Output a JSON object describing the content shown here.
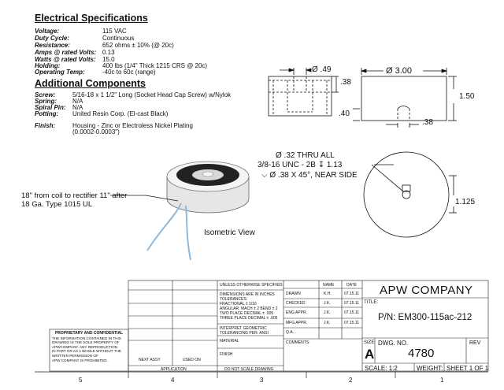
{
  "specs": {
    "heading": "Electrical Specifications",
    "rows": [
      {
        "key": "Voltage:",
        "value": "115 VAC"
      },
      {
        "key": "Duty Cycle:",
        "value": "Continuous"
      },
      {
        "key": "Resistance:",
        "value": "652 ohms ± 10% (@ 20c)"
      },
      {
        "key": "Amps @ rated Volts:",
        "value": "0.13"
      },
      {
        "key": "Watts @ rated Volts:",
        "value": "15.0"
      },
      {
        "key": "Holding:",
        "value": "400 lbs (1/4\" Thick 1215 CRS @ 20c)"
      },
      {
        "key": "Operating Temp:",
        "value": "-40c to 60c (range)"
      }
    ]
  },
  "components": {
    "heading": "Additional Components",
    "rows": [
      {
        "key": "Screw:",
        "value": "5/16-18 x 1 1/2\" Long (Socket Head Cap Screw) w/Nylok"
      },
      {
        "key": "Spring:",
        "value": "N/A"
      },
      {
        "key": "Spiral Pin:",
        "value": "N/A"
      },
      {
        "key": "Potting:",
        "value": "United Resin Corp. (El-cast Black)"
      }
    ],
    "finish_key": "Finish:",
    "finish_line1": "Housing - Zinc or Electroless Nickel Plating",
    "finish_line2": "(0.0002-0.0003\")"
  },
  "dims": {
    "dia49": "Ø .49",
    "d38a": ".38",
    "dia300": "Ø 3.00",
    "d150": "1.50",
    "d40": ".40",
    "d38b": ".38",
    "thru": "Ø .32 THRU ALL",
    "thread": "3/8-16 UNC - 2B ↧ 1.13",
    "chamfer": "⌵ Ø .38 X 45°, NEAR SIDE",
    "d1125": "1.125"
  },
  "notes": {
    "lead_line1": "18\" from coil to rectifier 11\" after",
    "lead_line2": "18 Ga. Type 1015 UL",
    "iso": "Isometric View"
  },
  "titleblock": {
    "unless": "UNLESS OTHERWISE SPECIFIED:",
    "name_h": "NAME",
    "date_h": "DATE",
    "tol1": "DIMENSIONS ARE IN INCHES",
    "tol2": "TOLERANCES:",
    "tol3": "FRACTIONAL ± 1/16",
    "tol4": "ANGULAR: MACH ± 2   BEND ± 2",
    "tol5": "TWO PLACE DECIMAL    ± .005",
    "tol6": "THREE PLACE DECIMAL  ± .005",
    "interp1": "INTERPRET GEOMETRIC",
    "interp2": "TOLERANCING PER: ANSI",
    "material": "MATERIAL",
    "finish": "FINISH",
    "dnsd": "DO NOT SCALE DRAWING",
    "rows": [
      {
        "label": "DRAWN",
        "name": "K.H.",
        "date": "07.15.11"
      },
      {
        "label": "CHECKED",
        "name": "J.K.",
        "date": "07.15.11"
      },
      {
        "label": "ENG APPR.",
        "name": "J.K.",
        "date": "07.15.11"
      },
      {
        "label": "MFG APPR.",
        "name": "J.K.",
        "date": "07.15.11"
      },
      {
        "label": "Q.A.",
        "name": "",
        "date": ""
      },
      {
        "label": "COMMENTS:",
        "name": "",
        "date": ""
      }
    ],
    "company": "APW COMPANY",
    "title_label": "TITLE:",
    "part": "P/N: EM300-115ac-212",
    "size_label": "SIZE",
    "size": "A",
    "dwg_label": "DWG.  NO.",
    "dwg_no": "4780",
    "rev_label": "REV",
    "scale": "SCALE: 1:2",
    "weight": "WEIGHT:",
    "sheet": "SHEET 1 OF 1",
    "next_assy": "NEXT ASSY",
    "used_on": "USED ON",
    "application": "APPLICATION",
    "prop_title": "PROPRIETARY AND CONFIDENTIAL",
    "prop1": "THE INFORMATION CONTAINED IN THIS",
    "prop2": "DRAWING IS THE SOLE PROPERTY OF",
    "prop3": "APWCOMPANY.  ANY REPRODUCTION",
    "prop4": "IN PART OR AS A WHOLE WITHOUT THE",
    "prop5": "WRITTEN PERMISSION OF",
    "prop6": "APW COMPANY IS PROHIBITED."
  },
  "zones": [
    "5",
    "4",
    "3",
    "2",
    "1"
  ]
}
